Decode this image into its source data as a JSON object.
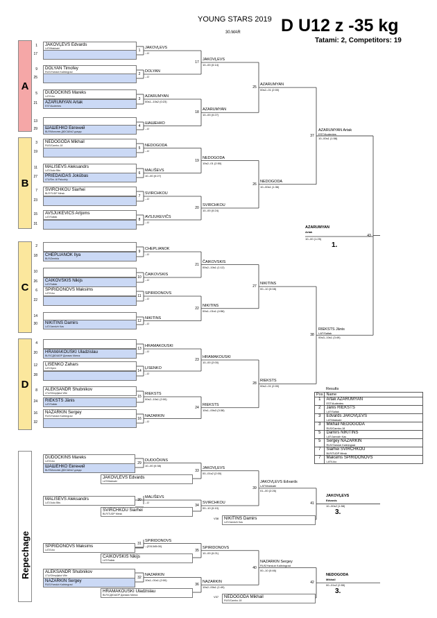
{
  "header": {
    "event": "YOUNG STARS 2019",
    "date": "30.MAR",
    "category": "D U12 z -35 kg",
    "meta": "Tatami: 2, Competitors: 19"
  },
  "pools": {
    "a": "A",
    "b": "B",
    "c": "C",
    "d": "D",
    "repechage": "Repechage"
  },
  "seeds": [
    "1",
    "17",
    "9",
    "25",
    "5",
    "21",
    "13",
    "29",
    "3",
    "19",
    "11",
    "27",
    "7",
    "23",
    "15",
    "31",
    "2",
    "18",
    "10",
    "26",
    "6",
    "22",
    "14",
    "30",
    "4",
    "20",
    "12",
    "28",
    "8",
    "24",
    "16",
    "32"
  ],
  "entries": [
    {
      "name": "JAKOVĻEVS Edvards",
      "club": "LAT/Makkabi"
    },
    {
      "name": "DOLYAN Timofey",
      "club": "RUS/Yarslub Kaliningrad"
    },
    {
      "name": "DUDOČKINS Mareks",
      "club": "LAT/Liko"
    },
    {
      "name": "AZARUMYAN Artak",
      "club": "EST/Audentes"
    },
    {
      "name": "ШАШЕНКО Евгений",
      "club": "BLR/Могилев ДЮСШ№2 дзюдо"
    },
    {
      "name": "NEDOGODA Mikhail",
      "club": "RUS/Cambo-18"
    },
    {
      "name": "MALIŠEVS Aleksandrs",
      "club": "LAT/Judo Bits"
    },
    {
      "name": "PRIEDAIDAS Jokūbas",
      "club": "LTU/Sm. Al Paluobiy"
    },
    {
      "name": "SVIRCHKOU Siarhei",
      "club": "BLR/TUDP Minsk"
    },
    {
      "name": "AVSJUKEVIČS Artjoms",
      "club": "LAT/Saltak"
    },
    {
      "name": "CHEPLIANOK Ilya",
      "club": "BLR/Zembla"
    },
    {
      "name": "ČAIKOVSKIS Nikijs",
      "club": "LAT/Saltak"
    },
    {
      "name": "SPIRIDONOVS Maksims",
      "club": "LAT/Liko"
    },
    {
      "name": "NIKITINS Damirs",
      "club": "LAT/Jamdzh Kas"
    },
    {
      "name": "HRAMAKOUSKI Uladzislau",
      "club": "BLR/СДЮШОР Динамо Минск"
    },
    {
      "name": "ĻISENKO Zahars",
      "club": "LAT/Jipen"
    },
    {
      "name": "ALEKSANDR Shubnikov",
      "club": "LTU/Olimpijská Vilte"
    },
    {
      "name": "RIEKSTS Jānis",
      "club": "LAT/Saltak"
    },
    {
      "name": "NAZARKIN Sergey",
      "club": "RUS/Yarslub Kaliningrad"
    }
  ],
  "r1": [
    {
      "no": "1",
      "winner": "JAKOVĻEVS",
      "score": "--IJ"
    },
    {
      "no": "2",
      "winner": "DOLYAN",
      "score": "--IJ"
    },
    {
      "no": "3",
      "winner": "AZARUMYAN",
      "score": "00s1--10s2 (0:23)"
    },
    {
      "no": "4",
      "winner": "ШАШЕНКО",
      "score": "--IJ"
    },
    {
      "no": "5",
      "winner": "NEDOGODA",
      "score": "--IJ"
    },
    {
      "no": "6",
      "winner": "MALIŠEVS",
      "score": "10--00 (0:27)"
    },
    {
      "no": "7",
      "winner": "SVIRCHKOU",
      "score": "--IJ"
    },
    {
      "no": "8",
      "winner": "AVSJUKEVIČS",
      "score": "--IJ"
    },
    {
      "no": "9",
      "winner": "CHEPLIANOK",
      "score": "--IJ"
    },
    {
      "no": "10",
      "winner": "ČAIKOVSKIS",
      "score": "--IJ"
    },
    {
      "no": "11",
      "winner": "SPIRIDONOVS",
      "score": "--IJ"
    },
    {
      "no": "12",
      "winner": "NIKITINS",
      "score": "--IJ"
    },
    {
      "no": "13",
      "winner": "HRAMAKOUSKI",
      "score": "--IJ"
    },
    {
      "no": "14",
      "winner": "ĻISENKO",
      "score": "--IJ"
    },
    {
      "no": "15",
      "winner": "RIEKSTS",
      "score": "00s2--10s1 (2:00)"
    },
    {
      "no": "16",
      "winner": "NAZARKIN",
      "score": "--IJ"
    }
  ],
  "r2": [
    {
      "no": "17",
      "winner": "JAKOVĻEVS",
      "score": "10--00 (0:14)"
    },
    {
      "no": "18",
      "winner": "AZARUMYAN",
      "score": "10--00 (0:27)"
    },
    {
      "no": "19",
      "winner": "NEDOGODA",
      "score": "10s2--01 (2:50)"
    },
    {
      "no": "20",
      "winner": "SVIRCHKOU",
      "score": "10--00 (0:24)"
    },
    {
      "no": "21",
      "winner": "ČAIKOVSKIS",
      "score": "00s2--10s1 (1:12)"
    },
    {
      "no": "22",
      "winner": "NIKITINS",
      "score": "00s1--01s1 (4:56)"
    },
    {
      "no": "23",
      "winner": "HRAMAKOUSKI",
      "score": "10--00 (2:00)"
    },
    {
      "no": "24",
      "winner": "RIEKSTS",
      "score": "10s1--00s3 (3:38)"
    }
  ],
  "r3": [
    {
      "no": "25",
      "winner": "AZARUMYAN",
      "score": "00s2--01 (2:00)"
    },
    {
      "no": "26",
      "winner": "NEDOGODA",
      "score": "10--00s1 (1:36)"
    },
    {
      "no": "27",
      "winner": "NIKITINS",
      "score": "00--10 (0:08)"
    },
    {
      "no": "28",
      "winner": "RIEKSTS",
      "score": "00s2--01 (2:00)"
    }
  ],
  "sf": [
    {
      "no": "37",
      "winner": "AZARUMYAN Artak",
      "club": "EST/Audentes",
      "score": "10--00s1 (1:58)"
    },
    {
      "no": "38",
      "winner": "RIEKSTS Jānis",
      "club": "LAT/Saltak",
      "score": "00s3--10s1 (3:49)"
    }
  ],
  "final": {
    "no": "43",
    "winner": "AZARUMYAN",
    "winner2": "Artak",
    "score": "10--00 (1:25)",
    "rank": "1."
  },
  "repechage": {
    "entries": [
      {
        "name": "DUDOČKINS Mareks",
        "club": "LAT/Liko"
      },
      {
        "name": "ШАШЕНКО Евгений",
        "club": "BLR/Могилев ДЮСШ№2 дзюдо"
      },
      {
        "name": "JAKOVĻEVS Edvards",
        "club": "LAT/Makkabi"
      },
      {
        "name": "MALIŠEVS Aleksandrs",
        "club": "LAT/Judo Bits"
      },
      {
        "name": "SVIRCHKOU Siarhei",
        "club": "BLR/TUDP Minsk"
      },
      {
        "name": "NIKITINS Damirs",
        "club": "LAT/Jamdzh Kas"
      },
      {
        "name": "SPIRIDONOVS Maksims",
        "club": "LAT/Liko"
      },
      {
        "name": "ČAIKOVSKIS Nikijs",
        "club": "LAT/Saltak"
      },
      {
        "name": "ALEKSANDR Shubnikov",
        "club": "LTU/Olimpijská Vilte"
      },
      {
        "name": "NAZARKIN Sergey",
        "club": "RUS/Yarslub Kaliningrad"
      },
      {
        "name": "HRAMAKOUSKI Uladzislau",
        "club": "BLR/СДЮШОР Динамо Минск"
      },
      {
        "name": "NEDOGODA Mikhail",
        "club": "RUS/Cambo-18"
      }
    ],
    "m29": {
      "no": "29",
      "winner": "DUDOČKINS",
      "score": "10--00 (0:38)"
    },
    "m30": {
      "no": "30",
      "winner": "MALIŠEVS",
      "score": "--IJ"
    },
    "m31": {
      "no": "31",
      "winner": "SPIRIDONOVS",
      "score": "--(231345:00)"
    },
    "m32": {
      "no": "32",
      "winner": "NAZARKIN",
      "score": "10s1--01s1 (2:00)"
    },
    "m33": {
      "no": "33",
      "winner": "JAKOVĻEVS",
      "score": "00--01s2 (2:00)"
    },
    "m34": {
      "no": "34",
      "winner": "SVIRCHKOU",
      "score": "00--10 (0:10)"
    },
    "m35": {
      "no": "35",
      "winner": "SPIRIDONOVS",
      "score": "10--00 (0:21)"
    },
    "m36": {
      "no": "36",
      "winner": "NAZARKIN",
      "score": "10s2--00s1 (1:49)"
    },
    "m39": {
      "no": "39",
      "winner": "JAKOVĻEVS Edvards",
      "club": "LAT/Makkabi",
      "score": "01--00 (2:26)"
    },
    "m40": {
      "no": "40",
      "winner": "NAZARKIN Sergey",
      "club": "RUS/Yarslub Kaliningrad",
      "score": "00--10 (0:46)"
    },
    "m41": {
      "no": "41",
      "winner": "JAKOVĻEVS",
      "winner2": "Edvards",
      "score": "10--00s2 (1:58)",
      "rank": "3."
    },
    "m42": {
      "no": "42",
      "winner": "NEDOGODA",
      "winner2": "Mikhail",
      "score": "00--01s2 (2:55)",
      "rank": "3."
    },
    "v38": "V38",
    "v37": "V37"
  },
  "results": {
    "caption": "Results",
    "head_pos": "Pos",
    "head_name": "Name",
    "rows": [
      {
        "pos": "1",
        "name": "Artak AZARUMYAN",
        "club": "EST/Audentes"
      },
      {
        "pos": "2",
        "name": "Jānis RIEKSTS",
        "club": "LAT/Saltak"
      },
      {
        "pos": "3",
        "name": "Edvards JAKOVĻEVS",
        "club": "LAT/Makkabi"
      },
      {
        "pos": "3",
        "name": "Mikhail NEDOGODA",
        "club": "RUS/Cambo-18"
      },
      {
        "pos": "5",
        "name": "Damirs NIKITINS",
        "club": "LAT/Jamdzh Kas"
      },
      {
        "pos": "5",
        "name": "Sergey NAZARKIN",
        "club": "RUS/Yarslub Kaliningrad"
      },
      {
        "pos": "7",
        "name": "Siarhei SVIRCHKOU",
        "club": "BLR/TUDP Minsk"
      },
      {
        "pos": "7",
        "name": "Maksims SPIRIDONOVS",
        "club": "LAT/Liko"
      }
    ]
  },
  "colors": {
    "pool_pink": "#f5a7a7",
    "pool_yellow": "#fbe79d",
    "entry_blue": "#cbd9f5"
  }
}
